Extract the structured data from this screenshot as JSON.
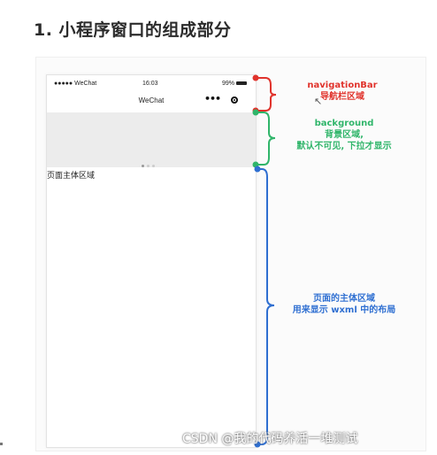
{
  "heading": "1. 小程序窗口的组成部分",
  "phone": {
    "status_bar": {
      "carrier": "●●●●● WeChat",
      "time": "16:03",
      "battery": "99%"
    },
    "nav_title": "WeChat",
    "capsule_more": "•••",
    "main_label": "页面主体区域"
  },
  "annotations": {
    "navigation_bar": {
      "line1": "navigationBar",
      "line2": "导航栏区域",
      "color": "#e0332c"
    },
    "background": {
      "line1": "background",
      "line2": "背景区域,",
      "line3": "默认不可见, 下拉才显示",
      "color": "#30b56a"
    },
    "page_body": {
      "line1": "页面的主体区域",
      "line2": "用来显示 wxml 中的布局",
      "color": "#2f6fd1"
    }
  },
  "watermark": "CSDN @我的代码养活一堆测试"
}
